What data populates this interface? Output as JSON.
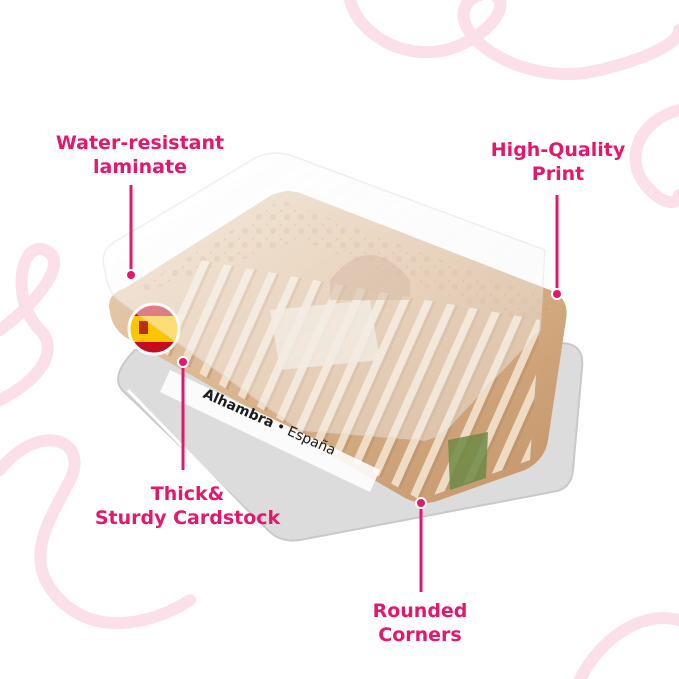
{
  "callouts": {
    "water_resistant": [
      "Water-resistant",
      "laminate"
    ],
    "high_quality": [
      "High-Quality",
      "Print"
    ],
    "thick_cardstock": [
      "Thick&",
      "Sturdy Cardstock"
    ],
    "rounded_corners": [
      "Rounded",
      "Corners"
    ]
  },
  "card": {
    "place": "Alhambra",
    "separator": "•",
    "country": "España",
    "flag_icon": "spain-flag-icon"
  },
  "colors": {
    "accent": "#e5176b",
    "swirl": "#fbe0ea",
    "photo_warm": "#d8b48c"
  }
}
